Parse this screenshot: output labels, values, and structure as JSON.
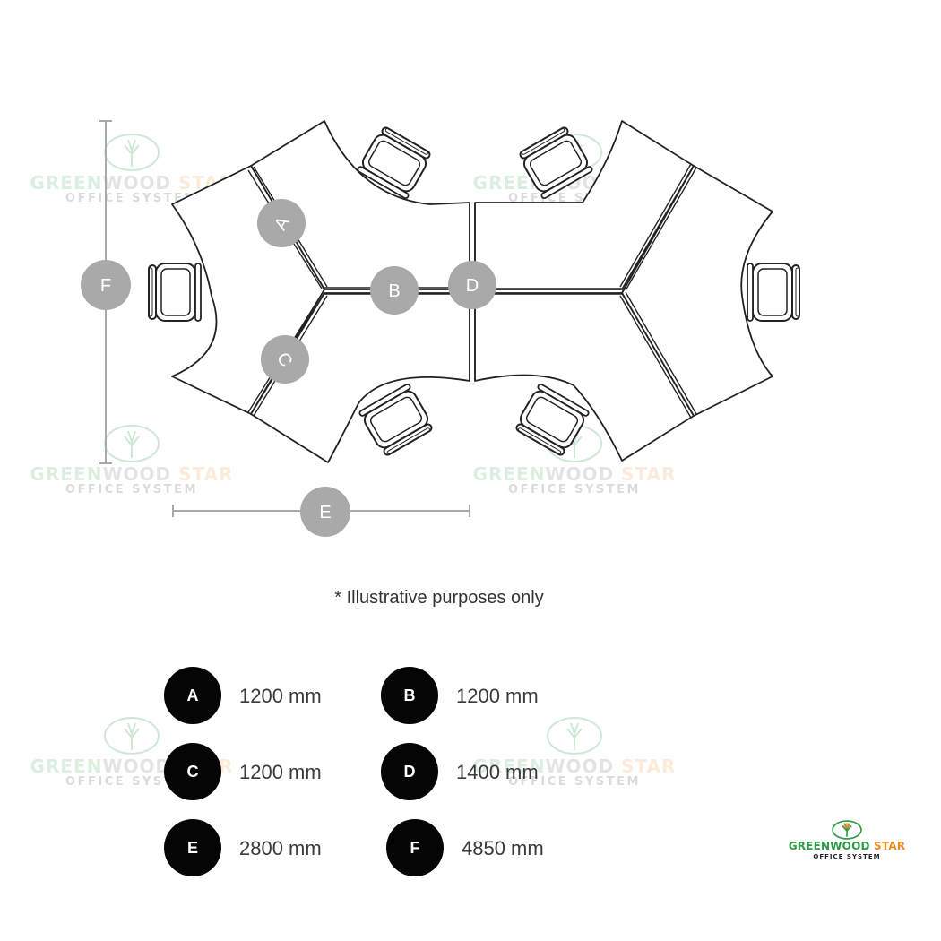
{
  "diagram": {
    "markers": {
      "A": "A",
      "B": "B",
      "C": "C",
      "D": "D",
      "E": "E",
      "F": "F"
    }
  },
  "note": "* Illustrative purposes only",
  "dimensions": [
    {
      "label": "A",
      "value": "1200 mm"
    },
    {
      "label": "B",
      "value": "1200 mm"
    },
    {
      "label": "C",
      "value": "1200 mm"
    },
    {
      "label": "D",
      "value": "1400 mm"
    },
    {
      "label": "E",
      "value": "2800 mm"
    },
    {
      "label": "F",
      "value": "4850 mm"
    }
  ],
  "watermark": {
    "brand_green": "GREEN",
    "brand_dark": "WOOD",
    "brand_orange": "STAR",
    "subtitle": "OFFICE SYSTEM"
  },
  "logo": {
    "brand_green": "GREENWOOD",
    "brand_orange": "STAR",
    "subtitle": "OFFICE SYSTEM"
  },
  "colors": {
    "brand_green": "#2e9a48",
    "brand_orange": "#f08a24",
    "marker_grey": "#a9a9a9",
    "badge_black": "#050505",
    "line_dark": "#222222"
  }
}
